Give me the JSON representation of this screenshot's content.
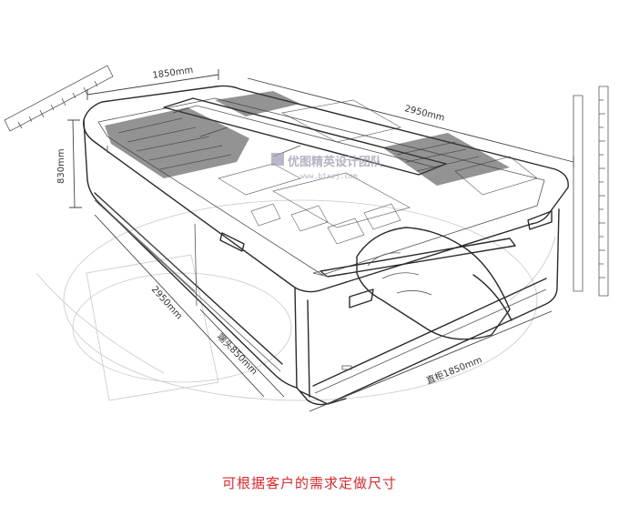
{
  "dimensions": {
    "top_width": "1850mm",
    "top_length": "2950mm",
    "height": "830mm",
    "side_length": "2950mm",
    "end_width": "端头850mm",
    "straight_width": "直柜1850mm"
  },
  "watermark": {
    "title": "优图精英设计团队",
    "url": "www.btxzj.com"
  },
  "caption": "可根据客户的需求定做尺寸",
  "colors": {
    "caption": "#e0262b",
    "line": "#2a2a2a"
  }
}
